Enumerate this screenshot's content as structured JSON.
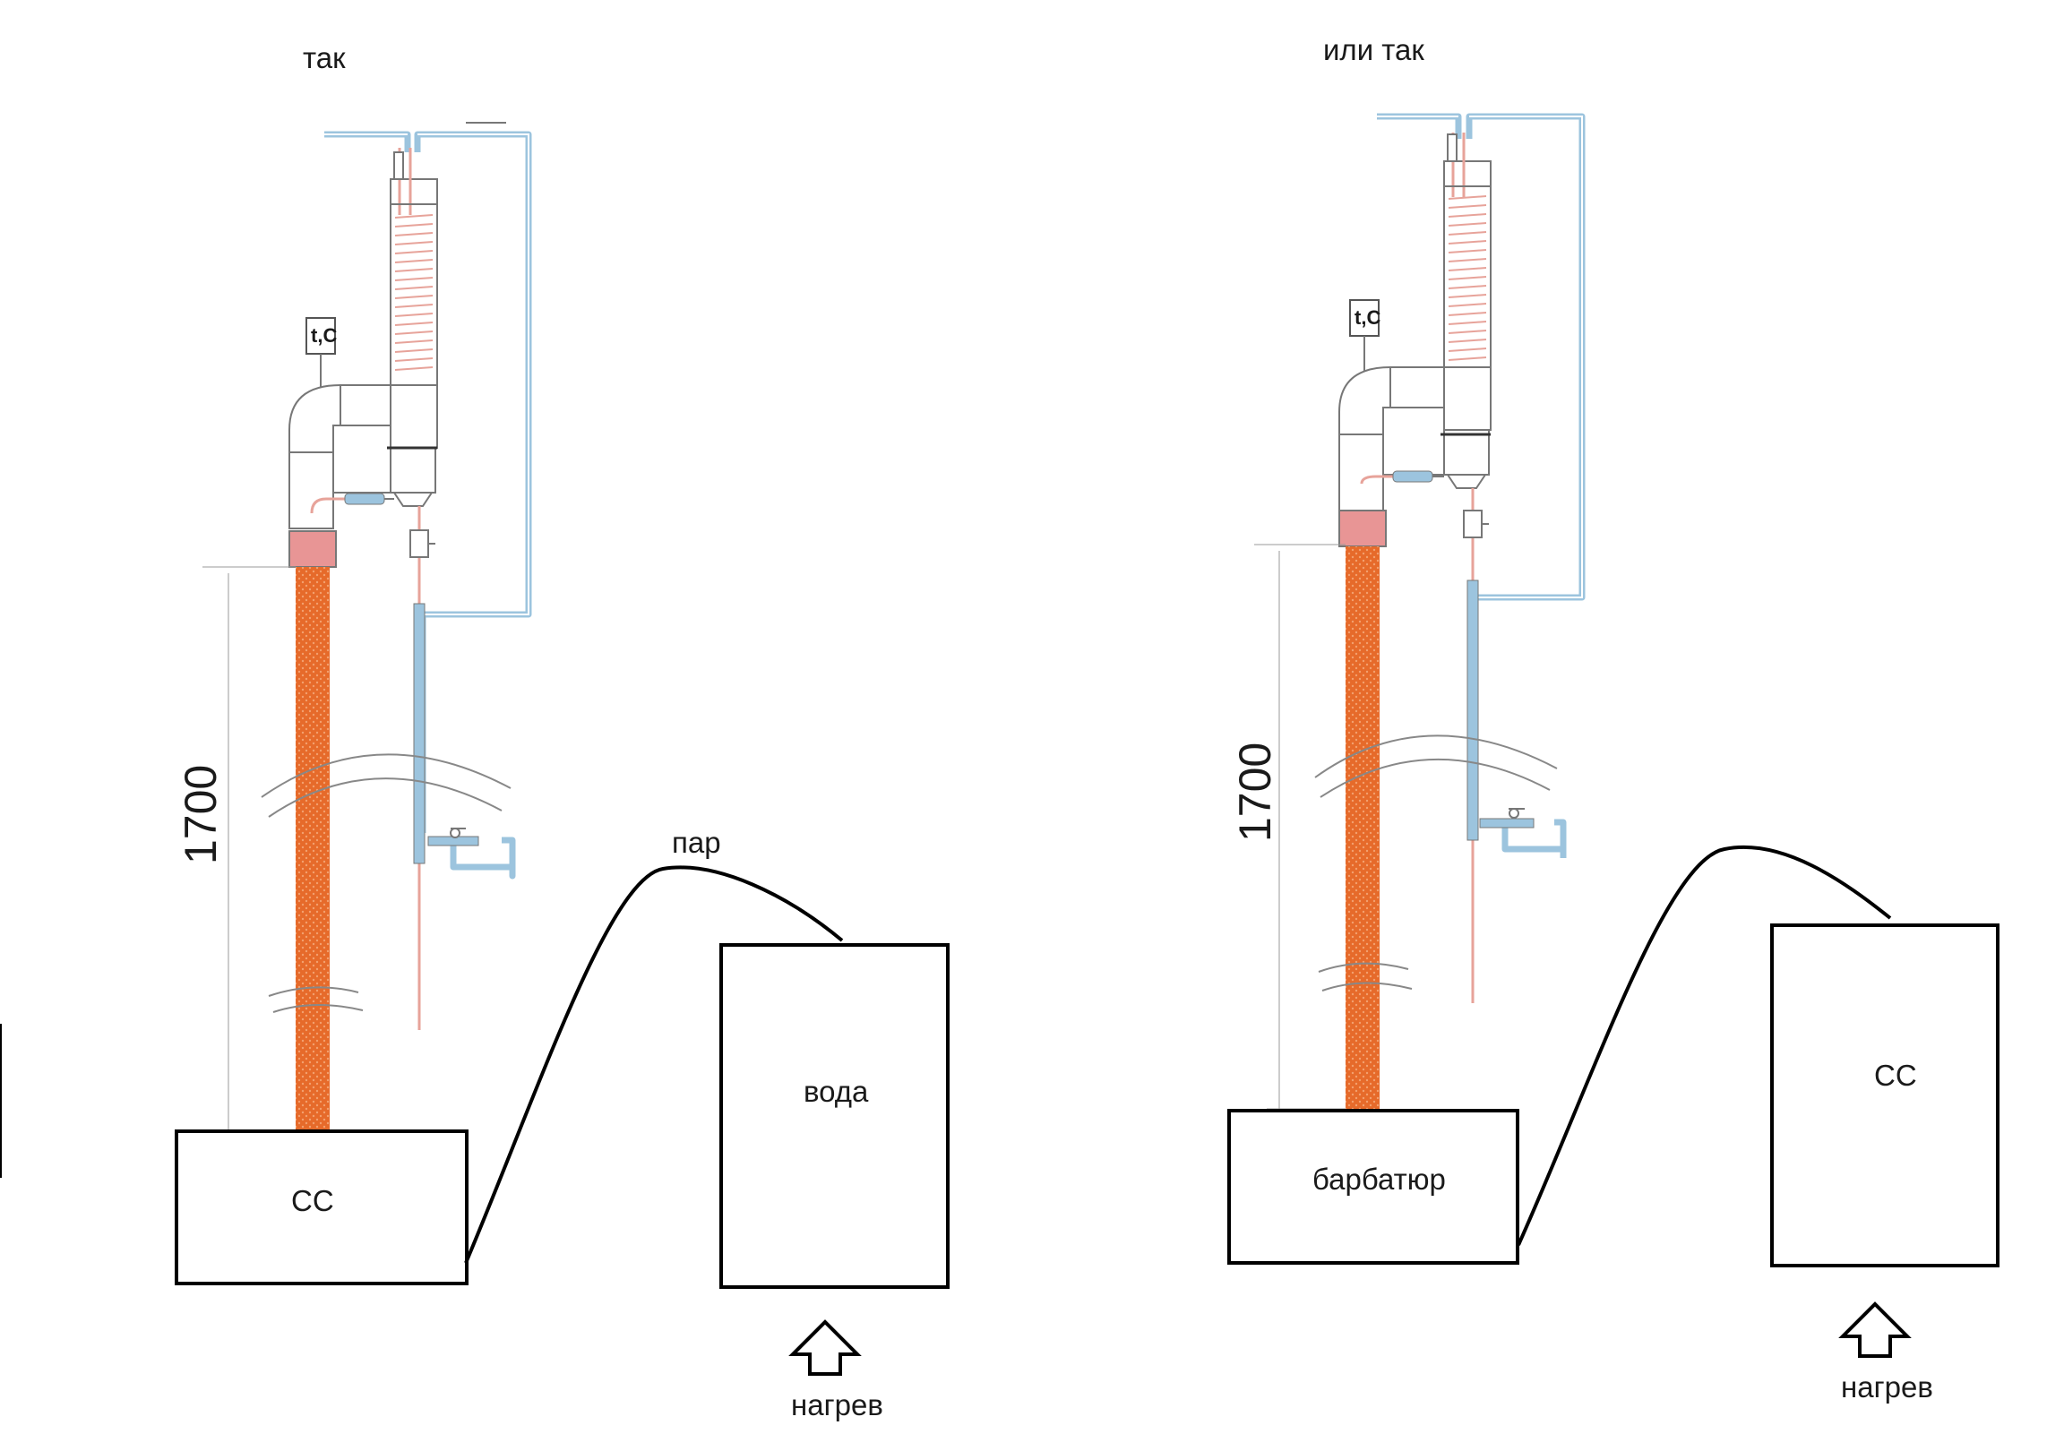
{
  "left": {
    "caption": "так",
    "dimension": "1700",
    "thermometer": "t,C",
    "steam_label": "пар",
    "box_small": "СС",
    "box_large": "вода",
    "heat_label": "нагрев"
  },
  "right": {
    "caption": "или так",
    "dimension": "1700",
    "thermometer": "t,C",
    "box_small": "барбатюр",
    "box_large": "СС",
    "heat_label": "нагрев"
  },
  "colors": {
    "column": "#e66a2a",
    "column_dots": "#f3a06e",
    "coupler": "#e89595",
    "water_line": "#9cc4de",
    "product_line": "#e7a39a",
    "outline": "#777777",
    "box_border": "#000000"
  }
}
